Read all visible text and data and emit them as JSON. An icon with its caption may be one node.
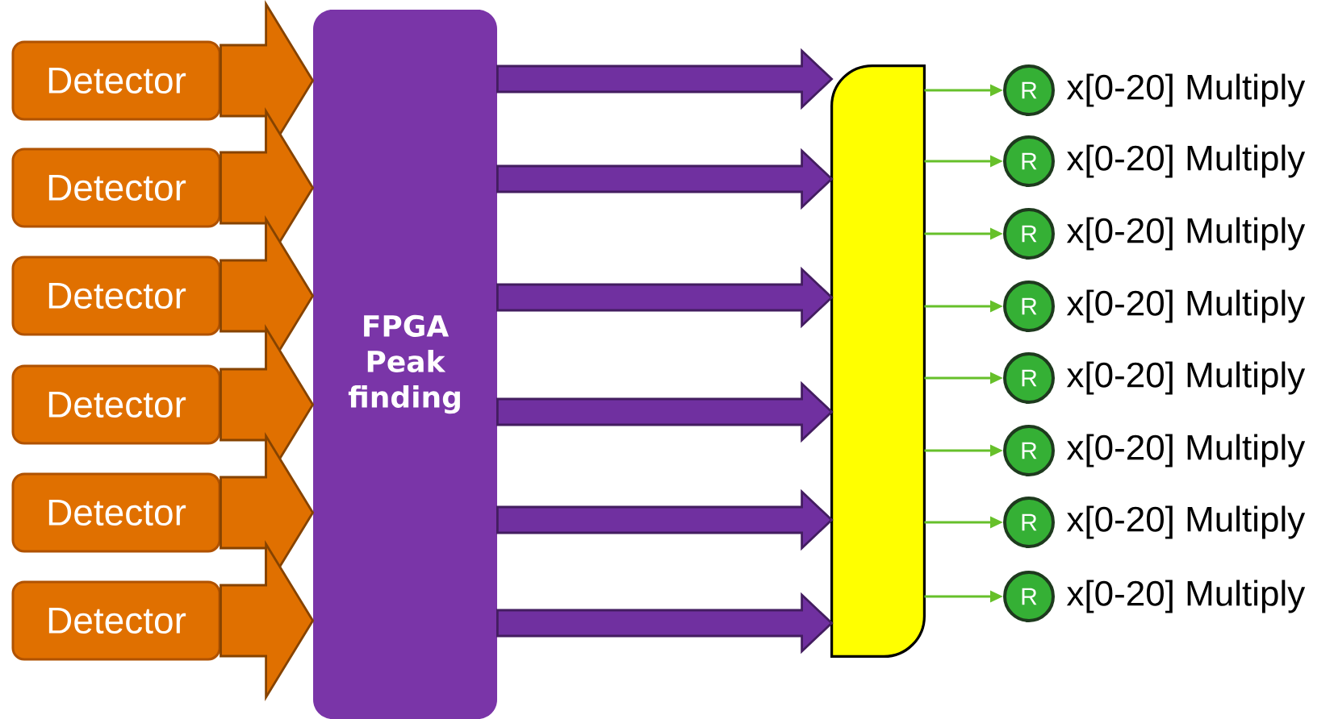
{
  "diagram": {
    "nodes": [
      {
        "text": [
          "Detector"
        ]
      },
      {
        "text": [
          "Detector"
        ]
      },
      {
        "text": [
          "Detector"
        ]
      },
      {
        "text": [
          "Detector"
        ]
      },
      {
        "text": [
          "Detector"
        ]
      },
      {
        "text": [
          "Detector"
        ]
      },
      {
        "text": [
          "FPGA Peak finding"
        ]
      },
      {
        "text": [],
        "shape": "box"
      },
      {
        "text": [
          "R"
        ],
        "beside": [
          "x[0-20] Multiply"
        ]
      },
      {
        "text": [
          "R"
        ],
        "beside": [
          "x[0-20] Multiply"
        ]
      },
      {
        "text": [
          "R"
        ],
        "beside": [
          "x[0-20] Multiply"
        ]
      },
      {
        "text": [
          "R"
        ],
        "beside": [
          "x[0-20] Multiply"
        ]
      },
      {
        "text": [
          "R"
        ],
        "beside": [
          "x[0-20] Multiply"
        ]
      },
      {
        "text": [
          "R"
        ],
        "beside": [
          "x[0-20] Multiply"
        ]
      },
      {
        "text": [
          "R"
        ],
        "beside": [
          "x[0-20] Multiply"
        ]
      },
      {
        "text": [
          "R"
        ],
        "beside": [
          "x[0-20] Multiply"
        ]
      }
    ],
    "edges": [
      {
        "from": 0,
        "to": 6,
        "arrow": "to",
        "style": "thick",
        "color": "#e07000"
      },
      {
        "from": 1,
        "to": 6,
        "arrow": "to",
        "style": "thick",
        "color": "#e07000"
      },
      {
        "from": 2,
        "to": 6,
        "arrow": "to",
        "style": "thick",
        "color": "#e07000"
      },
      {
        "from": 3,
        "to": 6,
        "arrow": "to",
        "style": "thick",
        "color": "#e07000"
      },
      {
        "from": 4,
        "to": 6,
        "arrow": "to",
        "style": "thick",
        "color": "#e07000"
      },
      {
        "from": 5,
        "to": 6,
        "arrow": "to",
        "style": "thick",
        "color": "#e07000"
      },
      {
        "from": 6,
        "to": 7,
        "arrow": "to",
        "style": "thick",
        "color": "#7030a0"
      },
      {
        "from": 6,
        "to": 7,
        "arrow": "to",
        "style": "thick",
        "color": "#7030a0"
      },
      {
        "from": 6,
        "to": 7,
        "arrow": "to",
        "style": "thick",
        "color": "#7030a0"
      },
      {
        "from": 6,
        "to": 7,
        "arrow": "to",
        "style": "thick",
        "color": "#7030a0"
      },
      {
        "from": 6,
        "to": 7,
        "arrow": "to",
        "style": "thick",
        "color": "#7030a0"
      },
      {
        "from": 6,
        "to": 7,
        "arrow": "to",
        "style": "thick",
        "color": "#7030a0"
      },
      {
        "from": 7,
        "to": 8,
        "arrow": "to"
      },
      {
        "from": 7,
        "to": 9,
        "arrow": "to"
      },
      {
        "from": 7,
        "to": 10,
        "arrow": "to"
      },
      {
        "from": 7,
        "to": 11,
        "arrow": "to"
      },
      {
        "from": 7,
        "to": 12,
        "arrow": "to"
      },
      {
        "from": 7,
        "to": 13,
        "arrow": "to"
      },
      {
        "from": 7,
        "to": 14,
        "arrow": "to"
      },
      {
        "from": 7,
        "to": 15,
        "arrow": "to"
      }
    ]
  }
}
